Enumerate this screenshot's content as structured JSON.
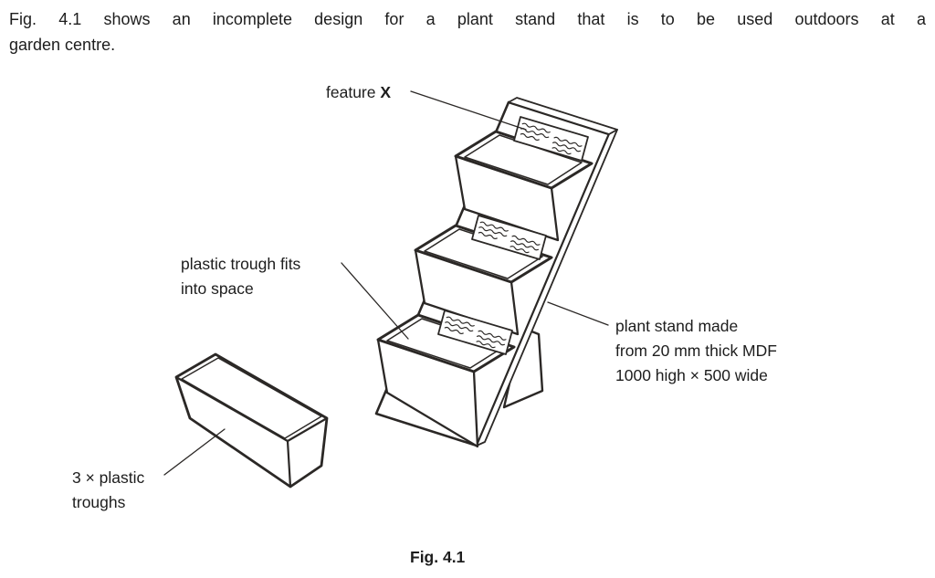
{
  "style": {
    "ink": "#2b2826",
    "background": "#ffffff"
  },
  "intro": {
    "line1": "Fig. 4.1 shows an incomplete design for a plant stand that is to be used outdoors at a",
    "line2": "garden centre."
  },
  "labels": {
    "feature_x": {
      "prefix": "feature ",
      "bold": "X"
    },
    "trough_fit": {
      "line1": "plastic trough fits",
      "line2": "into space"
    },
    "stand_material": {
      "line1": "plant stand made",
      "line2": "from 20 mm thick MDF",
      "line3": "1000 high × 500 wide"
    },
    "troughs": {
      "line1": "3 × plastic",
      "line2": "troughs"
    }
  },
  "caption": "Fig. 4.1"
}
